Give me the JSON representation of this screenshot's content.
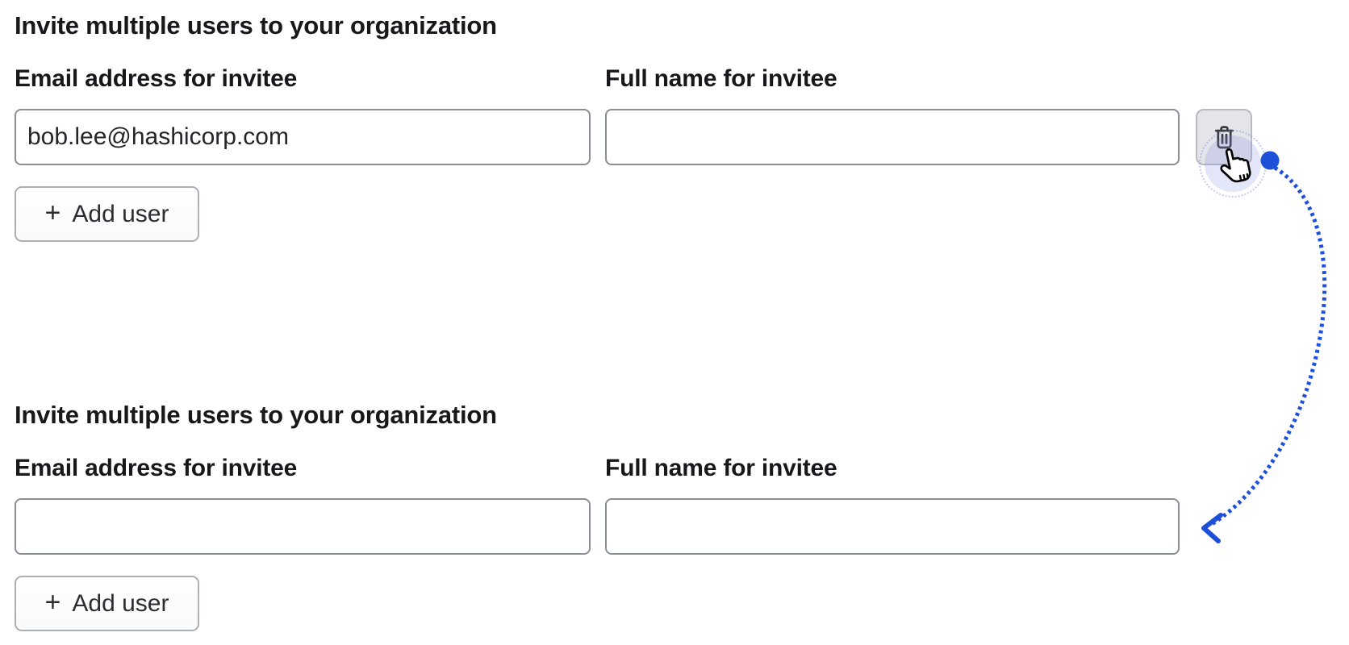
{
  "page": {
    "background": "#ffffff"
  },
  "colors": {
    "accent_blue": "#1d4fd8",
    "text": "#17181c",
    "input_border": "#898e97",
    "delete_button_bg": "#e4e5e8"
  },
  "sections": [
    {
      "heading": "Invite multiple users to your organization",
      "email_label": "Email address for invitee",
      "name_label": "Full name for invitee",
      "email_value": "bob.lee@hashicorp.com",
      "name_value": "",
      "add_user_button": {
        "plus": "+",
        "label": "Add user"
      },
      "delete_button": {
        "icon": "trash-icon"
      }
    },
    {
      "heading": "Invite multiple users to your organization",
      "email_label": "Email address for invitee",
      "name_label": "Full name for invitee",
      "email_value": "",
      "name_value": "",
      "add_user_button": {
        "plus": "+",
        "label": "Add user"
      }
    }
  ],
  "annotation": {
    "cursor_icon": "hand-pointer-cursor",
    "click_dot_icon": "click-dot",
    "arrow_style": "dotted-curve",
    "arrow_color": "#1d4fd8"
  }
}
